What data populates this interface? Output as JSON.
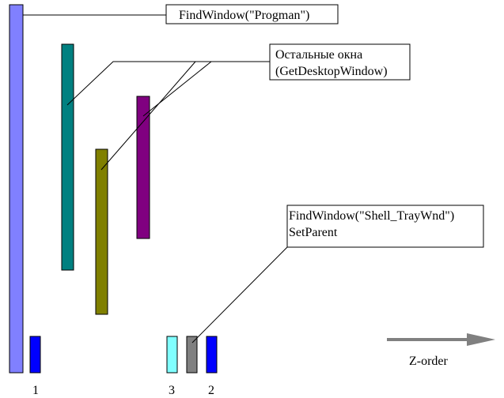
{
  "callouts": {
    "progman": {
      "text": "FindWindow(\"Progman\")"
    },
    "others": {
      "line1": "Остальные окна",
      "line2": "(GetDesktopWindow)"
    },
    "tray": {
      "line1": "FindWindow(\"Shell_TrayWnd\")",
      "line2": "SetParent"
    }
  },
  "axis": {
    "label": "Z-order"
  },
  "bottom_labels": [
    "1",
    "3",
    "2"
  ],
  "colors": {
    "desktop_bar": "#8080ff",
    "teal_bar": "#008080",
    "olive_bar": "#808000",
    "purple_bar": "#800080",
    "blue_block": "#0000ff",
    "cyan_block": "#80ffff",
    "gray_block": "#808080",
    "arrow": "#808080",
    "line": "#000000"
  }
}
